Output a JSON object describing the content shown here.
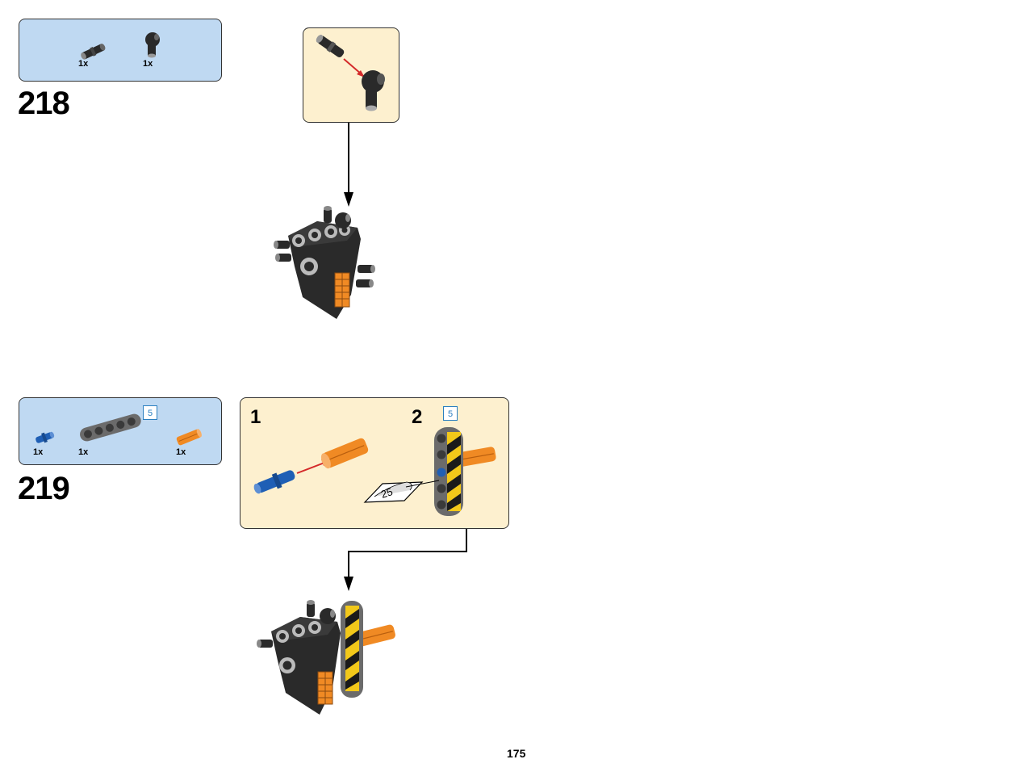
{
  "steps": [
    {
      "number": "218",
      "parts": [
        {
          "qty": "1x",
          "icon": "pin-connector-icon"
        },
        {
          "qty": "1x",
          "icon": "angle-connector-icon"
        }
      ]
    },
    {
      "number": "219",
      "parts": [
        {
          "qty": "1x",
          "icon": "blue-pin-icon"
        },
        {
          "qty": "1x",
          "icon": "beam-5-icon",
          "length": "5"
        },
        {
          "qty": "1x",
          "icon": "orange-axle-icon"
        }
      ],
      "callout": {
        "sub_steps": [
          "1",
          "2"
        ],
        "beam_length": "5",
        "sticker_number": "25"
      }
    }
  ],
  "page_number": "175",
  "colors": {
    "parts_box": "#bfd9f2",
    "callout": "#fdf0cf",
    "arrow_red": "#d42a2a",
    "orange": "#f08a24",
    "blue": "#1f5fb5",
    "black_part": "#2a2a2a",
    "stripe_yellow": "#f2c81a"
  }
}
